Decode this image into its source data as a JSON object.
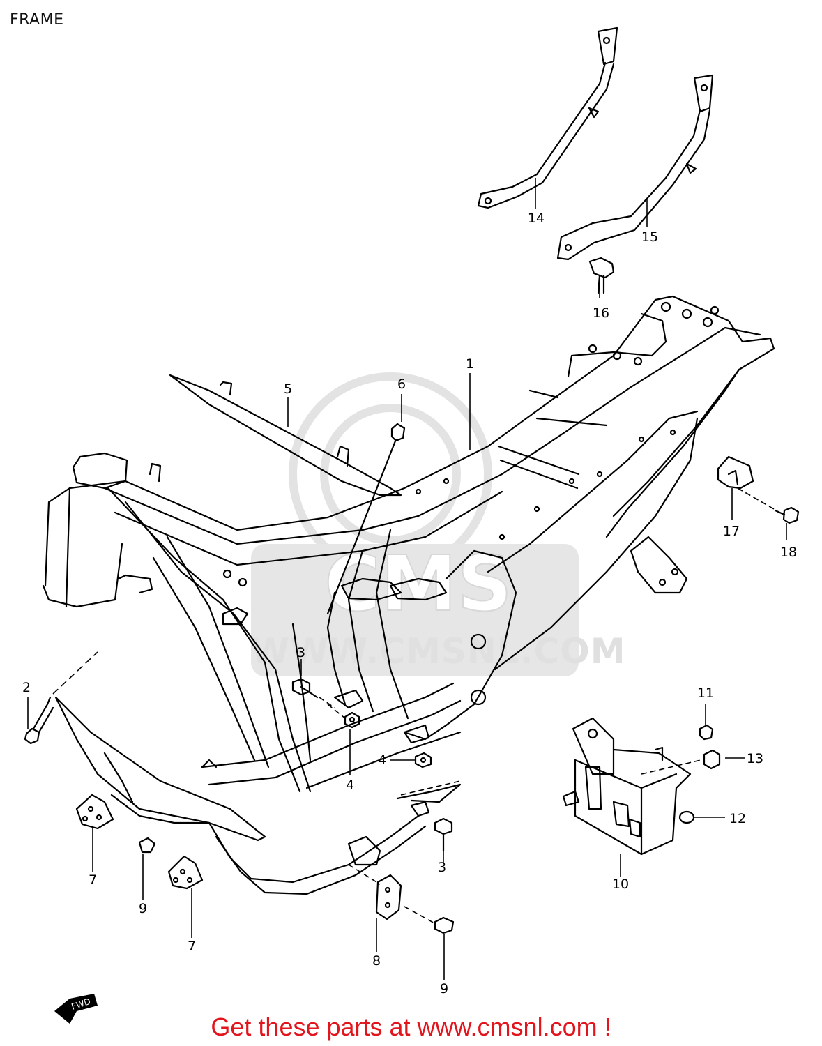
{
  "title": "FRAME",
  "footer": "Get these parts at www.cmsnl.com !",
  "watermark": {
    "brand": "CMS",
    "url": "WWW.CMSNL.COM"
  },
  "callouts": [
    {
      "id": "1",
      "label": "1"
    },
    {
      "id": "2",
      "label": "2"
    },
    {
      "id": "3a",
      "label": "3"
    },
    {
      "id": "3b",
      "label": "3"
    },
    {
      "id": "4a",
      "label": "4"
    },
    {
      "id": "4b",
      "label": "4"
    },
    {
      "id": "5",
      "label": "5"
    },
    {
      "id": "6",
      "label": "6"
    },
    {
      "id": "7a",
      "label": "7"
    },
    {
      "id": "7b",
      "label": "7"
    },
    {
      "id": "8",
      "label": "8"
    },
    {
      "id": "9a",
      "label": "9"
    },
    {
      "id": "9b",
      "label": "9"
    },
    {
      "id": "10",
      "label": "10"
    },
    {
      "id": "11",
      "label": "11"
    },
    {
      "id": "12",
      "label": "12"
    },
    {
      "id": "13",
      "label": "13"
    },
    {
      "id": "14",
      "label": "14"
    },
    {
      "id": "15",
      "label": "15"
    },
    {
      "id": "16",
      "label": "16"
    },
    {
      "id": "17",
      "label": "17"
    },
    {
      "id": "18",
      "label": "18"
    }
  ],
  "colors": {
    "line": "#000000",
    "footer": "#e2141c",
    "watermark": "#e0e0e0"
  }
}
